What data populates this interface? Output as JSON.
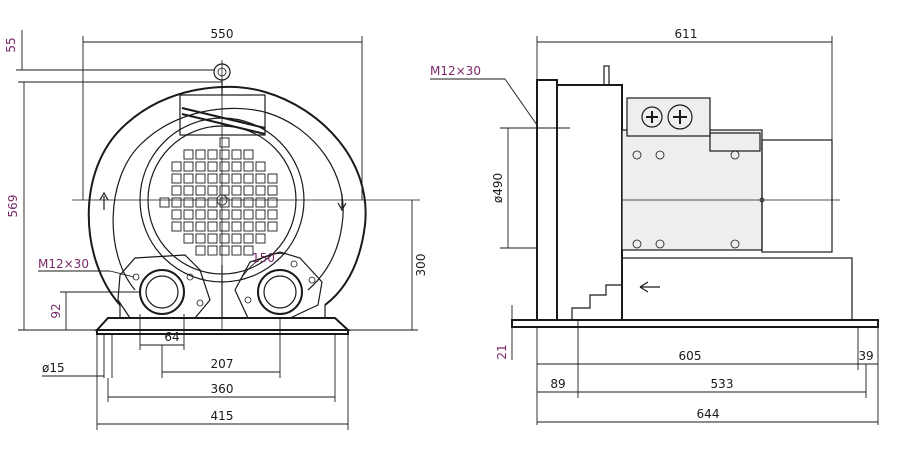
{
  "colors": {
    "line": "#1a1a1a",
    "magenta_text": "#7a2a6a",
    "background": "#ffffff"
  },
  "front_view": {
    "dim_width_total": "550",
    "dim_top_offset": "55",
    "dim_height_total": "569",
    "dim_bolt_left": "M12×30",
    "dim_port_angle": "150",
    "dim_axis_height": "300",
    "dim_port_height": "92",
    "dim_port_width": "64",
    "dim_hole_dia": "ø15",
    "dim_hole_spacing": "207",
    "dim_foot_span": "360",
    "dim_base_width": "415"
  },
  "side_view": {
    "dim_depth_total": "611",
    "dim_bolt": "M12×30",
    "dim_diameter": "ø490",
    "dim_base_height": "21",
    "dim_rail_length": "605",
    "dim_rail_end": "39",
    "dim_front_offset": "89",
    "dim_hole_distance": "533",
    "dim_base_length": "644"
  }
}
